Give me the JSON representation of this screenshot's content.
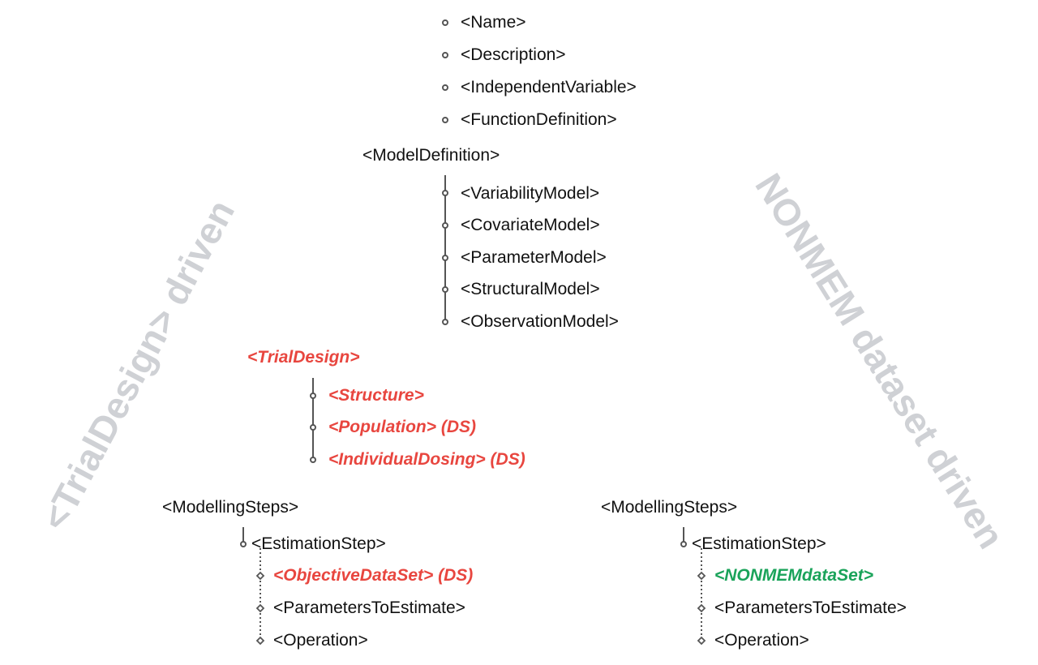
{
  "colors": {
    "text": "#111111",
    "trial_design_red": "#e8463f",
    "nonmem_green": "#1aa35a",
    "watermark_gray": "#cfd1d5",
    "connector": "#555555"
  },
  "function_definition_children": {
    "name": "<Name>",
    "description": "<Description>",
    "independent_variable": "<IndependentVariable>",
    "function_definition": "<FunctionDefinition>"
  },
  "model_definition": {
    "label": "<ModelDefinition>",
    "variability": "<VariabilityModel>",
    "covariate": "<CovariateModel>",
    "parameter": "<ParameterModel>",
    "structural": "<StructuralModel>",
    "observation": "<ObservationModel>"
  },
  "trial_design": {
    "label": "<TrialDesign>",
    "structure": "<Structure>",
    "population": "<Population> (DS)",
    "individual_dosing": "<IndividualDosing> (DS)"
  },
  "modelling_steps_left": {
    "label": "<ModellingSteps>",
    "estimation_step": "<EstimationStep>",
    "objective_dataset": "<ObjectiveDataSet> (DS)",
    "parameters_to_estimate": "<ParametersToEstimate>",
    "operation": "<Operation>"
  },
  "modelling_steps_right": {
    "label": "<ModellingSteps>",
    "estimation_step": "<EstimationStep>",
    "nonmem_dataset": "<NONMEMdataSet>",
    "parameters_to_estimate": "<ParametersToEstimate>",
    "operation": "<Operation>"
  },
  "watermarks": {
    "left": "<TrialDesign> driven",
    "right": "NONMEM dataset driven"
  }
}
